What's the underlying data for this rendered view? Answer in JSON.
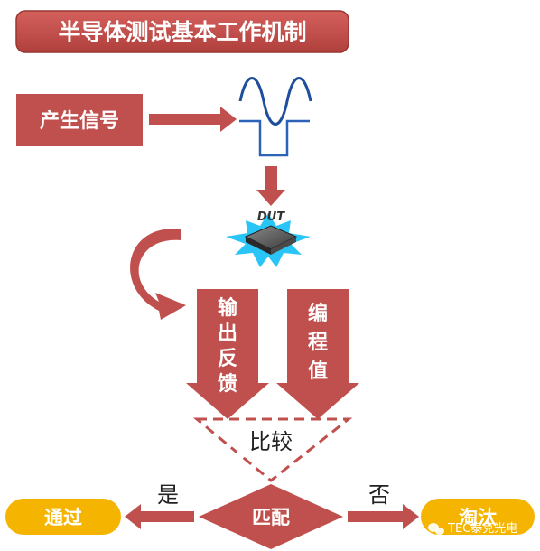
{
  "title": "半导体测试基本工作机制",
  "nodes": {
    "generate_signal": "产生信号",
    "dut": "DUT",
    "output_feedback": [
      "输",
      "出",
      "反",
      "馈"
    ],
    "programmed_value": [
      "编",
      "程",
      "值"
    ],
    "compare": "比较",
    "match": "匹配",
    "pass": "通过",
    "fail": "淘汰"
  },
  "labels": {
    "yes": "是",
    "no": "否"
  },
  "watermark": "TEC泰克光电",
  "colors": {
    "brand_red": "#c0504d",
    "dark_red": "#a43a37",
    "pill_yellow": "#f5b400",
    "signal_blue": "#1f4e9c",
    "starburst_blue": "#29c5f6"
  }
}
